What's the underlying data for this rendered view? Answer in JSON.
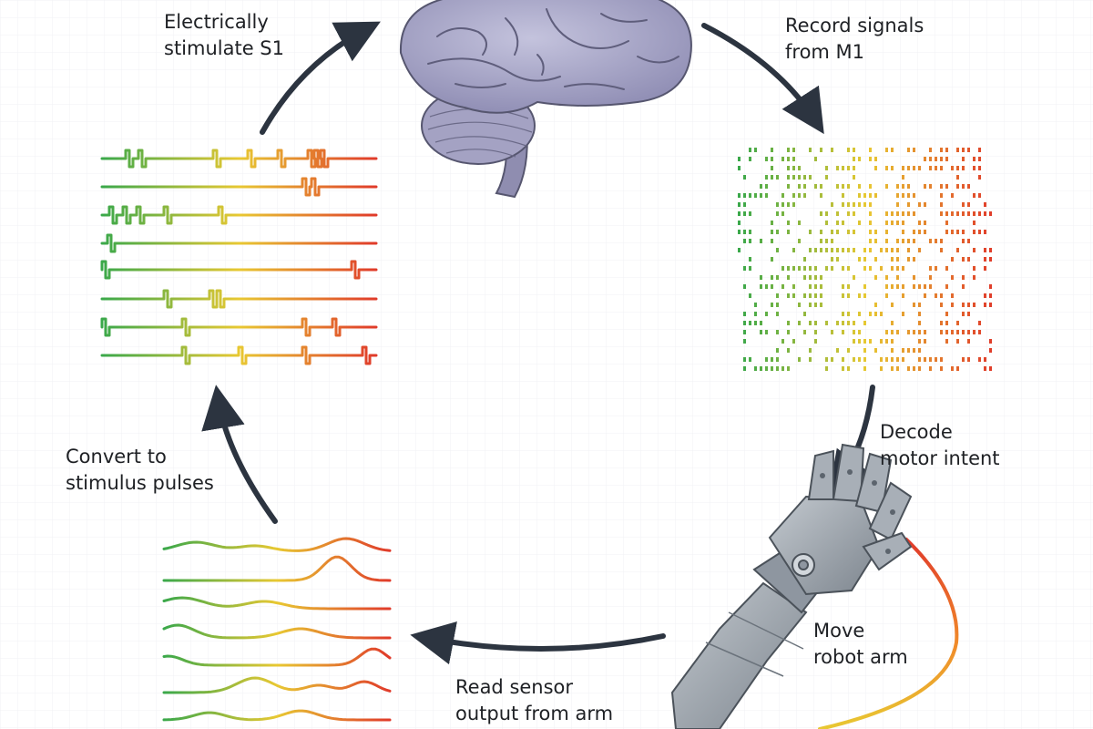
{
  "labels": {
    "stimulate": [
      "Electrically",
      "stimulate S1"
    ],
    "record": [
      "Record signals",
      "from M1"
    ],
    "decode": [
      "Decode",
      "motor intent"
    ],
    "move": [
      "Move",
      "robot arm"
    ],
    "read": [
      "Read sensor",
      "output from arm"
    ],
    "convert": [
      "Convert to",
      "stimulus pulses"
    ]
  },
  "colors": {
    "text": "#1e2024",
    "arrow": "#2c3440",
    "gradient_start": "#3aa84a",
    "gradient_mid": "#e8c832",
    "gradient_end": "#e03a2a",
    "brain_fill": "#a9a7c9",
    "brain_stroke": "#56566f",
    "arm_fill": "#9aa2ab",
    "arm_stroke": "#4b525a"
  },
  "icons": [
    "brain-icon",
    "robot-arm-icon"
  ]
}
